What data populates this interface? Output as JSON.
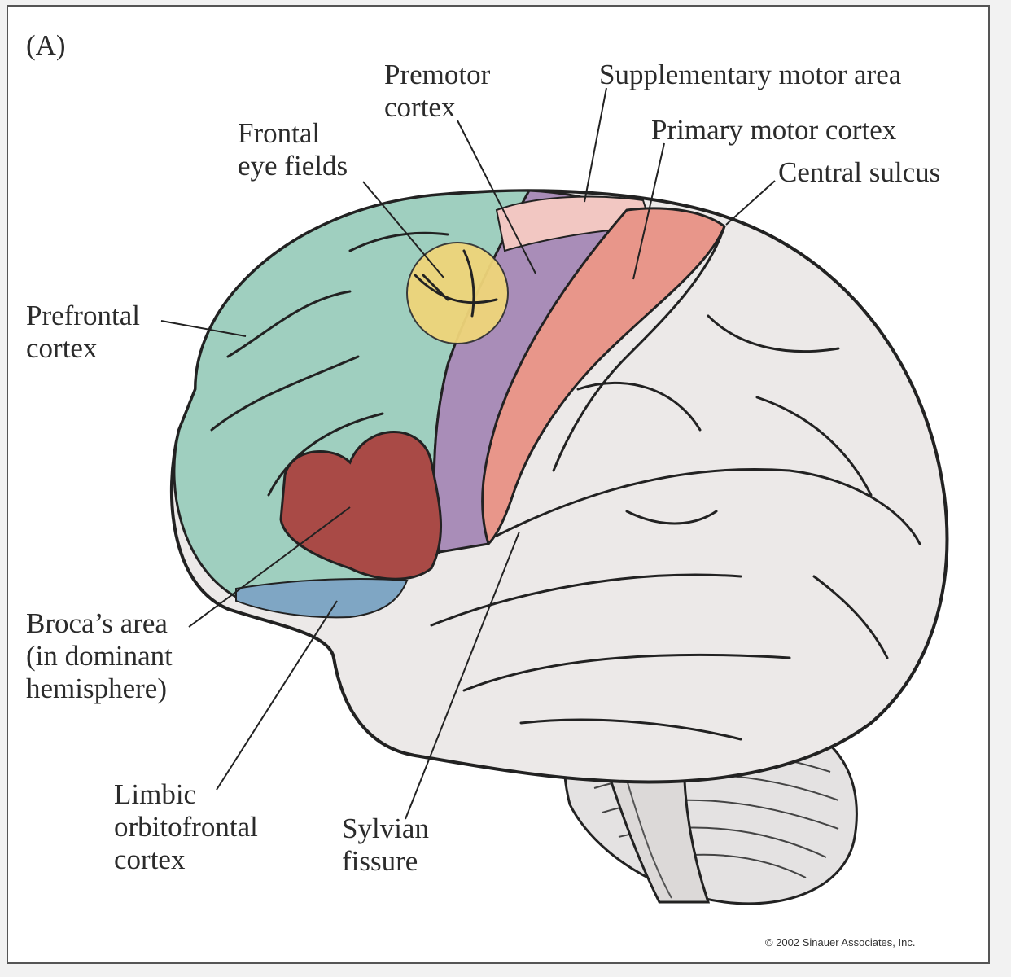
{
  "panel_label": "(A)",
  "labels": {
    "premotor": [
      "Premotor",
      "cortex"
    ],
    "sma": [
      "Supplementary motor area"
    ],
    "frontal_eye": [
      "Frontal",
      "eye fields"
    ],
    "primary_motor": [
      "Primary motor cortex"
    ],
    "central_sulcus": [
      "Central sulcus"
    ],
    "prefrontal": [
      "Prefrontal",
      "cortex"
    ],
    "broca": [
      "Broca’s area",
      "(in dominant",
      "hemisphere)"
    ],
    "limbic": [
      "Limbic",
      "orbitofrontal",
      "cortex"
    ],
    "sylvian": [
      "Sylvian",
      "fissure"
    ]
  },
  "copyright": "© 2002 Sinauer Associates, Inc.",
  "colors": {
    "prefrontal": "#9fcfbf",
    "frontal_eye": "#efd57a",
    "premotor": "#a98db8",
    "primary_motor": "#e8968a",
    "sma": "#f2c7c2",
    "broca": "#a94a46",
    "limbic": "#7fa6c4",
    "cortex_gray": "#ece9e8"
  }
}
